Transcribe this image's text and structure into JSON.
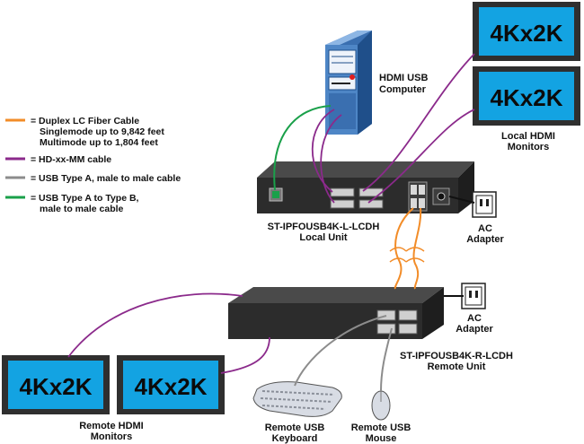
{
  "legend": [
    {
      "color": "#f28c28",
      "lines": [
        "= Duplex LC Fiber Cable",
        "Singlemode up to 9,842 feet",
        "Multimode up to 1,804 feet"
      ]
    },
    {
      "color": "#8b2a8b",
      "lines": [
        "= HD-xx-MM cable"
      ]
    },
    {
      "color": "#8c8c8c",
      "lines": [
        "= USB Type A, male to male cable"
      ]
    },
    {
      "color": "#1aa04a",
      "lines": [
        "= USB Type A to Type B,",
        "male to male cable"
      ]
    }
  ],
  "monitor_text": "4Kx2K",
  "colors": {
    "monitor_fill": "#13a3e2",
    "fiber": "#f28c28",
    "hdmi": "#8b2a8b",
    "usb_a": "#8c8c8c",
    "usb_ab": "#1aa04a",
    "device": "#2c2c2c"
  },
  "labels": {
    "computer": [
      "HDMI USB",
      "Computer"
    ],
    "local_monitors": [
      "Local HDMI",
      "Monitors"
    ],
    "local_unit": [
      "ST-IPFOUSB4K-L-LCDH",
      "Local Unit"
    ],
    "ac_adapter_local": [
      "AC",
      "Adapter"
    ],
    "ac_adapter_remote": [
      "AC",
      "Adapter"
    ],
    "remote_unit": [
      "ST-IPFOUSB4K-R-LCDH",
      "Remote Unit"
    ],
    "remote_monitors": [
      "Remote HDMI",
      "Monitors"
    ],
    "keyboard": [
      "Remote USB",
      "Keyboard"
    ],
    "mouse": [
      "Remote USB",
      "Mouse"
    ]
  }
}
